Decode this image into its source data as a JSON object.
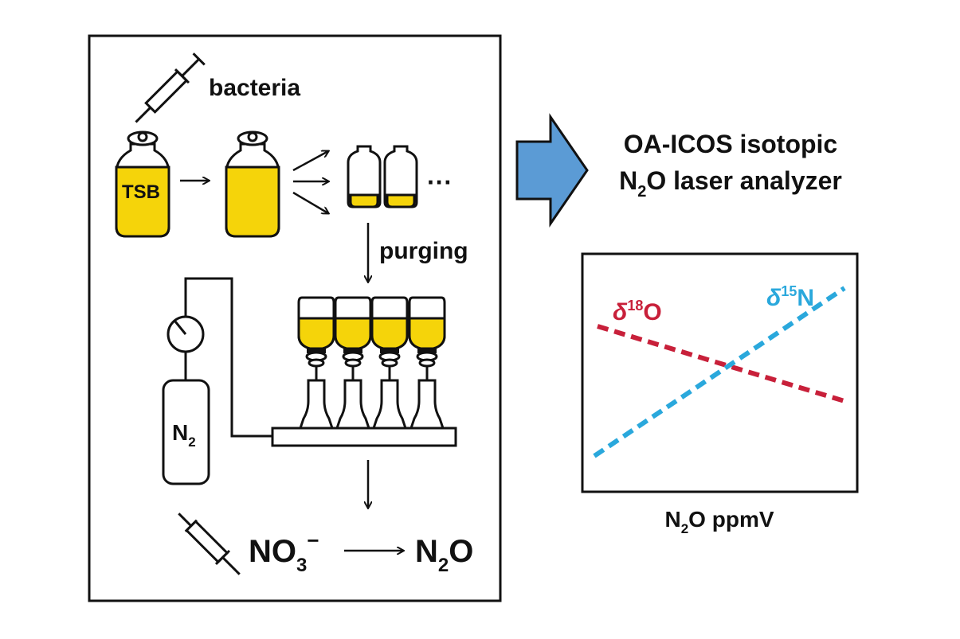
{
  "left_panel": {
    "bacteria_label": "bacteria",
    "medium_label": "TSB",
    "ellipsis": "···",
    "purging_label": "purging",
    "gas_label": {
      "main": "N",
      "sub": "2"
    },
    "reaction": {
      "reactant": {
        "main": "NO",
        "sub": "3",
        "sup": "−"
      },
      "product": {
        "main": "N",
        "sub": "2",
        "rest": "O"
      }
    }
  },
  "analyzer": {
    "line1": "OA-ICOS isotopic",
    "line2": {
      "main": "N",
      "sub": "2",
      "rest": "O laser analyzer"
    }
  },
  "plot": {
    "x_label": {
      "main": "N",
      "sub": "2",
      "rest": "O ppmV"
    },
    "series": [
      {
        "name": {
          "delta": "δ",
          "sup": "18",
          "elem": "O"
        },
        "color": "#c8203a"
      },
      {
        "name": {
          "delta": "δ",
          "sup": "15",
          "elem": "N"
        },
        "color": "#2aa8dc"
      }
    ]
  },
  "colors": {
    "medium": "#f5d40a",
    "arrow": "#5b9bd5",
    "line": "#111111"
  }
}
